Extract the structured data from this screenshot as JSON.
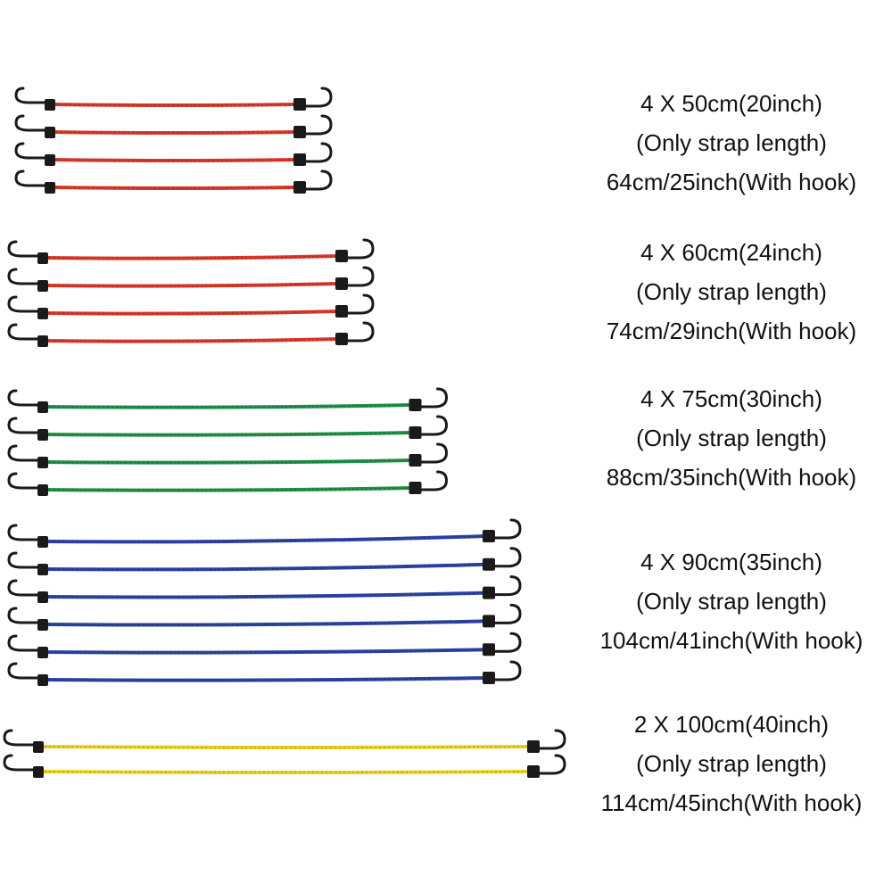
{
  "groups": [
    {
      "qty_line": "4 X 50cm(20inch)",
      "strap_line": "(Only strap length)",
      "hook_line": "64cm/25inch(With hook)",
      "count": 4,
      "cord_color": "#d8382a",
      "strap_length_fraction": 0.5
    },
    {
      "qty_line": "4 X 60cm(24inch)",
      "strap_line": "(Only strap length)",
      "hook_line": "74cm/29inch(With hook)",
      "count": 4,
      "cord_color": "#d8382a",
      "strap_length_fraction": 0.6
    },
    {
      "qty_line": "4 X 75cm(30inch)",
      "strap_line": "(Only strap length)",
      "hook_line": "88cm/35inch(With hook)",
      "count": 4,
      "cord_color": "#1f8f4a",
      "strap_length_fraction": 0.75
    },
    {
      "qty_line": "4 X 90cm(35inch)",
      "strap_line": "(Only strap length)",
      "hook_line": "104cm/41inch(With hook)",
      "count": 6,
      "cord_color": "#2a44a0",
      "strap_length_fraction": 0.9
    },
    {
      "qty_line": "2 X 100cm(40inch)",
      "strap_line": "(Only strap length)",
      "hook_line": "114cm/45inch(With hook)",
      "count": 2,
      "cord_color": "#e8d020",
      "strap_length_fraction": 1.0
    }
  ]
}
